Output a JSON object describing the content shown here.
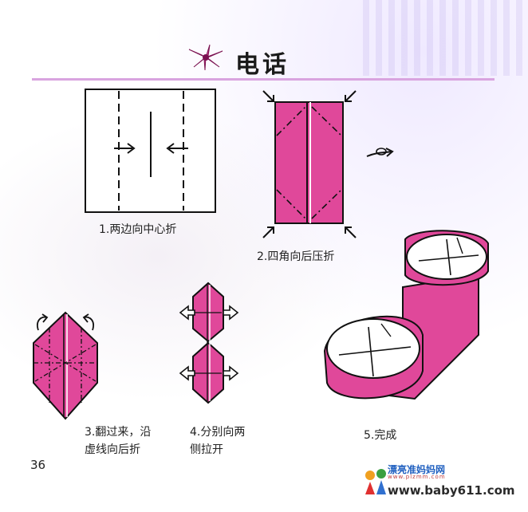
{
  "header": {
    "title": "电话"
  },
  "steps": [
    {
      "number": "1.",
      "text": "两边向中心折"
    },
    {
      "number": "2.",
      "text": "四角向后压折"
    },
    {
      "number": "3.",
      "line1": "翻过来，沿",
      "line2": "虚线向后折"
    },
    {
      "number": "4.",
      "line1": "分别向两",
      "line2": "侧拉开"
    },
    {
      "number": "5.",
      "text": "完成"
    }
  ],
  "page_number": "36",
  "watermark": {
    "line1": "漂亮准妈妈网",
    "line2": "www.plzmm.com",
    "line3": "www.baby611.com"
  },
  "colors": {
    "paper": "#e0489a",
    "accent_rule": "#d9a4df",
    "ink": "#111111"
  }
}
